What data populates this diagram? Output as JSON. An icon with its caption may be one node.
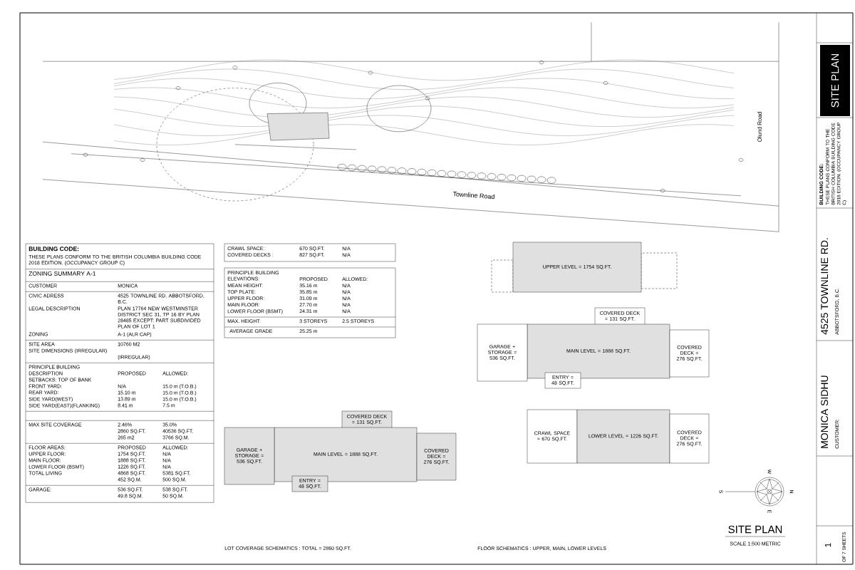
{
  "diagram": {
    "nodes": [
      {
        "text": [
          "UPPER LEVEL = 1754 SQ.FT."
        ]
      },
      {
        "text": [
          "COVERED DECK = 131 SQ.FT."
        ]
      },
      {
        "text": [
          "GARAGE + STORAGE = 536 SQ.FT."
        ]
      },
      {
        "text": [
          "MAIN LEVEL = 1888 SQ.FT."
        ]
      },
      {
        "text": [
          "COVERED DECK = 276 SQ.FT."
        ]
      },
      {
        "text": [
          "ENTRY = 48 SQ.FT."
        ]
      },
      {
        "text": [
          "COVERED DECK = 131 SQ.FT."
        ]
      },
      {
        "text": [
          "GARAGE + STORAGE = 536 SQ.FT."
        ]
      },
      {
        "text": [
          "MAIN LEVEL = 1888 SQ.FT."
        ]
      },
      {
        "text": [
          "COVERED DECK = 276 SQ.FT."
        ]
      },
      {
        "text": [
          "ENTRY = 48 SQ.FT."
        ]
      },
      {
        "text": [
          "CRAWL SPACE = 670 SQ.FT."
        ]
      },
      {
        "text": [
          "LOWER LEVEL = 1226 SQ.FT."
        ]
      },
      {
        "text": [
          "COVERED DECK = 276 SQ.FT."
        ]
      }
    ],
    "labels": [
      "Townline Road",
      "Olund Road",
      "BUILDING CODE:",
      "THESE PLANS CONFORM TO THE BRITISH COLUMBIA BUILDING CODE 2018 EDITION. (OCCUPANCY GROUP C)",
      "ZONING SUMMARY A-1",
      "CUSTOMER",
      "MONICA",
      "CIVIC ADRESS",
      "4525 TOWNLINE RD. ABBOTSFORD, B.C.",
      "LEGAL DESCRIPTION",
      "PLAN 17764 NEW WESTMINSTER DISTRICT SEC 31, TP 16 BY PLAN 28485 EXCEPT: PART SUBDIVIDED PLAN OF LOT 1",
      "ZONING",
      "A-1 (ALR CAP)",
      "SITE AREA",
      "10760 M2",
      "SITE DIMENSIONS (IRREGULAR)",
      "(IRREGULAR)",
      "PRINCIPLE BUILDING",
      "DESCRIPTION",
      "PROPOSED",
      "ALLOWED:",
      "SETBACKS: TOP OF BANK",
      "FRONT YARD:",
      "N/A",
      "15.0 m (T.O.B.)",
      "REAR YARD:",
      "15.10 m",
      "15.0 m (T.O.B.)",
      "SIDE YARD(WEST)",
      "13.89 m",
      "15.0 m (T.O.B.)",
      "SIDE YARD(EAST)(FLANKING)",
      "8.41 m",
      "7.5 m",
      "MAX SITE COVERAGE",
      "2.46%",
      "2860 SQ.FT.",
      "265 m2",
      "35.0%",
      "40536 SQ.FT.",
      "3766 SQ.M.",
      "FLOOR AREAS:",
      "PROPOSED",
      "ALLOWED:",
      "UPPER FLOOR:",
      "1754 SQ.FT.",
      "N/A",
      "MAIN FLOOR:",
      "1888 SQ.FT.",
      "N/A",
      "LOWER FLOOR (BSMT)",
      "1226 SQ.FT.",
      "N/A",
      "TOTAL LIVING",
      "4868 SQ.FT.",
      "452 SQ.M.",
      "5381 SQ.FT.",
      "500 SQ.M.",
      "GARAGE:",
      "536 SQ.FT.",
      "49.8 SQ.M.",
      "538 SQ.FT.",
      "50 SQ.M.",
      "CRAWL SPACE:",
      "670 SQ.FT.",
      "N/A",
      "COVERED DECKS :",
      "827 SQ.FT.",
      "N/A",
      "PRINCIPLE BUILDING ELEVATIONS:",
      "PROPOSED",
      "ALLOWED:",
      "MEAN HEIGHT:",
      "35.16 m",
      "N/A",
      "TOP PLATE:",
      "35.85 m",
      "N/A",
      "UPPER FLOOR:",
      "31.09 m",
      "N/A",
      "MAIN FLOOR:",
      "27.70 m",
      "N/A",
      "LOWER FLOOR (BSMT)",
      "24.31 m",
      "N/A",
      "MAX. HEIGHT:",
      "3 STOREYS",
      "2.5 STOREYS",
      "AVERAGE GRADE",
      "25.25 m",
      "LOT COVERAGE SCHEMATICS : TOTAL = 2860 SQ.FT.",
      "FLOOR SCHEMATICS : UPPER, MAIN, LOWER LEVELS",
      "W",
      "S",
      "N",
      "E",
      "SITE PLAN",
      "SCALE 1:500 METRIC",
      "SITE PLAN",
      "BUILDING CODE:",
      "THESE PLANS CONFORM TO THE BRITISH COLUMBIA BUILDING CODE 2018 EDITION. (OCCUPANCY GROUP C)",
      "4525 TOWNLINE RD.",
      "ABBOTSFORD, B.C.",
      "MONICA SIDHU",
      "CUSTOMER:",
      "1",
      "OF 7 SHEETS"
    ]
  }
}
